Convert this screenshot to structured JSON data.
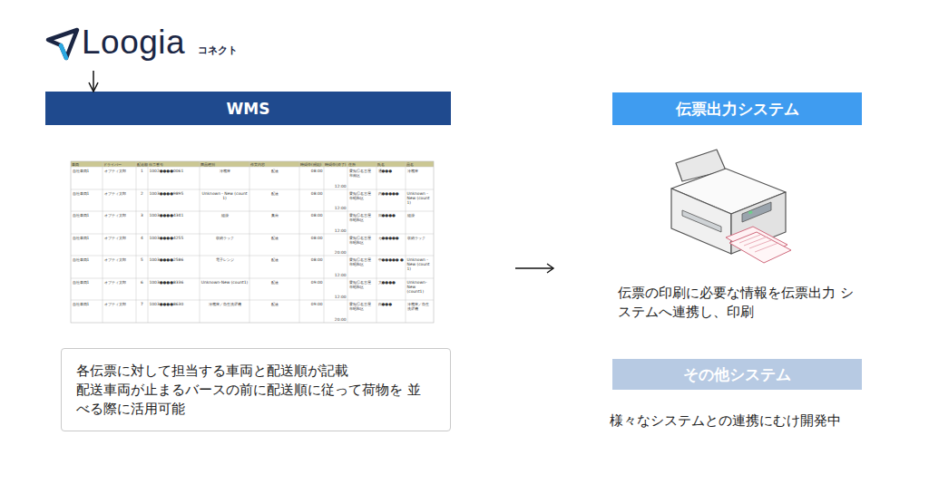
{
  "diagram": {
    "nodes": [
      {
        "text": [
          "Loogia",
          "コネクト"
        ]
      },
      {
        "text": [
          "WMS"
        ]
      },
      {
        "text": [
          "各伝票に対して担当する車両と配送順が記載",
          "配送車両が止まるバースの前に配送順に従って荷物を 並べる際に活用可能"
        ]
      },
      {
        "text": [
          "伝票出力システム"
        ]
      },
      {
        "text": [
          "その他システム"
        ]
      }
    ],
    "edges": [
      {
        "from": 0,
        "to": 1,
        "arrow": "to"
      }
    ],
    "labels": [
      "車両",
      "ドライバー",
      "配送順",
      "伝票番号",
      "商品種別",
      "作業内容",
      "時間帯(開始)",
      "時間帯(終了)",
      "住所",
      "氏名",
      "品名",
      "自社車両1",
      "オプティ太郎",
      "1",
      "1002●●●●0061",
      "冷蔵庫",
      "配達",
      "08:00",
      "12:00",
      "愛知県名古屋 市南区",
      "通●●●",
      "冷蔵庫",
      "自社車両1",
      "オプティ太郎",
      "2",
      "1003●●●●9895",
      "Unknown - New (count 1)",
      "配達",
      "08:00",
      "12:00",
      "愛知県名古屋 市昭和区",
      "内●●●●●",
      "Unknown - New (count 1)",
      "自社車両1",
      "オプティ太郎",
      "3",
      "1003●●●●4341",
      "組掛",
      "集荷",
      "08:00",
      "12:00",
      "愛知県名古屋 市昭和区",
      "日●●●●",
      "組掛",
      "自社車両1",
      "オプティ太郎",
      "4",
      "1003●●●●4255",
      "収納ラック",
      "配達",
      "08:00",
      "20:00",
      "愛知県名古屋 市昭和区",
      "カ●●●●●",
      "収納ラック",
      "自社車両1",
      "オプティ太郎",
      "5",
      "1003●●●●2586",
      "電子レンジ",
      "配達",
      "08:00",
      "12:00",
      "愛知県名古屋 市昭和区",
      "中●●●●● ●",
      "Unknown - New (count 1)",
      "自社車両1",
      "オプティ太郎",
      "6",
      "1003●●●●8336",
      "Unknown-New (count1)",
      "配達",
      "09:00",
      "12:00",
      "愛知県名古屋 市昭和区",
      "大●●●●",
      "Unknown-New (count1)",
      "自社車両1",
      "オプティ太郎",
      "7",
      "1003●●●●8630",
      "冷蔵庫／衛生洗濯機",
      "配達",
      "09:00",
      "20:00",
      "愛知県名古屋 市昭和区",
      "白●●●",
      "冷蔵庫／衛生 洗濯機",
      "伝票の印刷に必要な情報を伝票出力 システムへ連携し、印刷",
      "様々なシステムとの連携にむけ開発中"
    ]
  }
}
